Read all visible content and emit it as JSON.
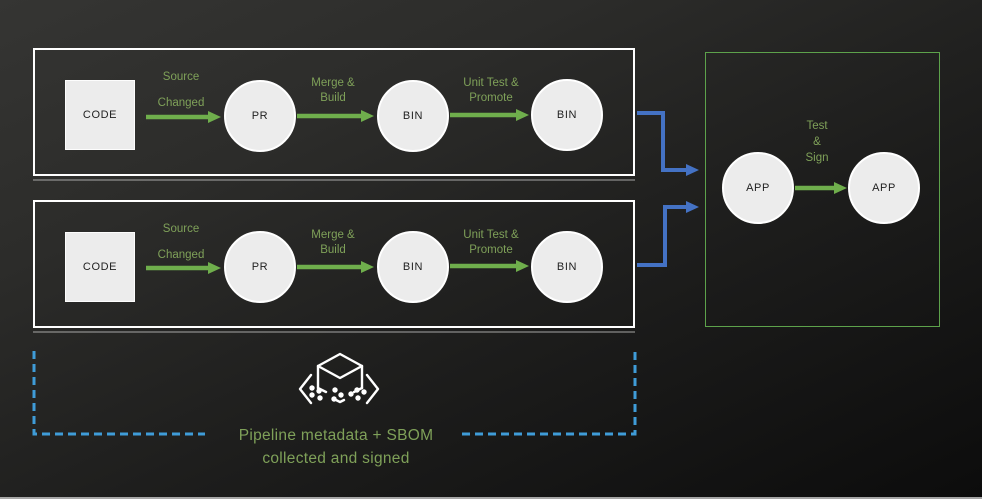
{
  "colors": {
    "green_text": "#7fa159",
    "green_arrow": "#6fae4c",
    "blue_arrow": "#4472c4",
    "dashed_blue": "#3f9cd8",
    "white_border": "#ffffff",
    "green_border": "#5da24b",
    "node_fill": "#ececec",
    "node_text": "#1f1f1f"
  },
  "pipelines": [
    {
      "name": "pipeline-top",
      "code_node": "CODE",
      "nodes": [
        "PR",
        "BIN",
        "BIN"
      ],
      "edges": [
        {
          "line1": "Source",
          "line2": "Changed"
        },
        {
          "line1": "Merge &",
          "line2": "Build"
        },
        {
          "line1": "Unit Test &",
          "line2": "Promote"
        }
      ]
    },
    {
      "name": "pipeline-bottom",
      "code_node": "CODE",
      "nodes": [
        "PR",
        "BIN",
        "BIN"
      ],
      "edges": [
        {
          "line1": "Source",
          "line2": "Changed"
        },
        {
          "line1": "Merge &",
          "line2": "Build"
        },
        {
          "line1": "Unit Test &",
          "line2": "Promote"
        }
      ]
    }
  ],
  "target_stage": {
    "nodes": [
      "APP",
      "APP"
    ],
    "edge_label": {
      "line1": "Test",
      "line2": "&",
      "line3": "Sign"
    }
  },
  "footer": {
    "icon": "sbom-cube",
    "caption_line1": "Pipeline metadata + SBOM",
    "caption_line2": "collected and signed"
  }
}
